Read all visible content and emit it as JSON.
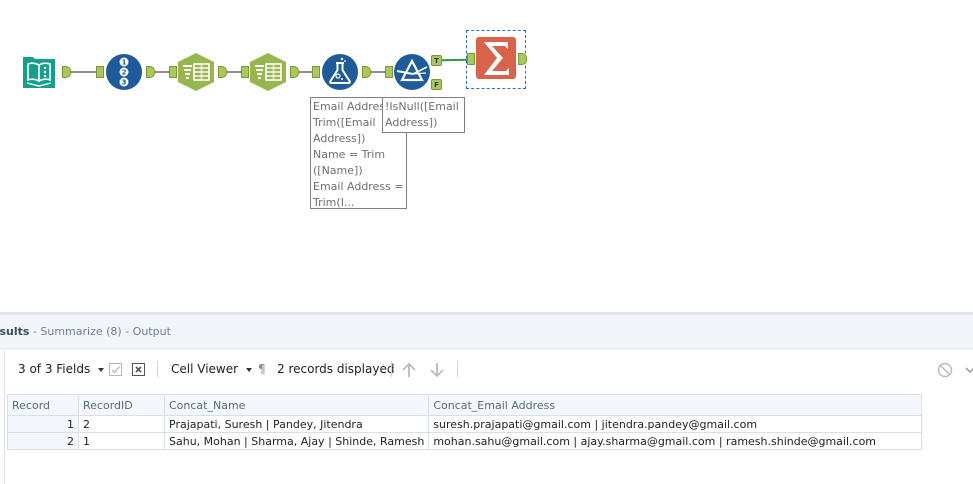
{
  "canvas": {
    "tools": [
      {
        "id": "input",
        "name": "Input Data",
        "icon": "book-icon",
        "color": "#16a08c"
      },
      {
        "id": "record-id",
        "name": "Record ID",
        "icon": "numbered-list-icon",
        "color": "#1d5b9a"
      },
      {
        "id": "select-1",
        "name": "Select",
        "icon": "select-table-icon",
        "color": "#98b650"
      },
      {
        "id": "select-2",
        "name": "Select",
        "icon": "select-table-icon",
        "color": "#98b650"
      },
      {
        "id": "formula",
        "name": "Formula",
        "icon": "flask-icon",
        "color": "#1d5b9a"
      },
      {
        "id": "filter",
        "name": "Filter",
        "icon": "prism-filter-icon",
        "color": "#1d5b9a"
      },
      {
        "id": "summarize",
        "name": "Summarize",
        "icon": "sigma-icon",
        "color": "#d9634a"
      }
    ],
    "anchors": {
      "true_label": "T",
      "false_label": "F"
    },
    "annotations": {
      "formula": [
        "Email Address",
        "Trim([Email",
        "Address])",
        "Name = Trim",
        "([Name])",
        "Email Address =",
        "Trim(I..."
      ],
      "filter": [
        "!IsNull([Email",
        "Address])"
      ]
    }
  },
  "results": {
    "title_bold": "esults",
    "title_rest": " - Summarize (8) - Output",
    "toolbar": {
      "fields_label": "3 of 3 Fields",
      "cell_viewer_label": "Cell Viewer",
      "pilcrow": "¶",
      "records_displayed": "2 records displayed"
    },
    "table": {
      "columns": [
        "Record",
        "RecordID",
        "Concat_Name",
        "Concat_Email Address"
      ],
      "rows": [
        {
          "record": "1",
          "recordid": "2",
          "concat_name": "Prajapati, Suresh | Pandey, Jitendra",
          "concat_email": "suresh.prajapati@gmail.com | jitendra.pandey@gmail.com"
        },
        {
          "record": "2",
          "recordid": "1",
          "concat_name": "Sahu, Mohan | Sharma, Ajay | Shinde, Ramesh",
          "concat_email": "mohan.sahu@gmail.com | ajay.sharma@gmail.com | ramesh.shinde@gmail.com"
        }
      ]
    }
  }
}
